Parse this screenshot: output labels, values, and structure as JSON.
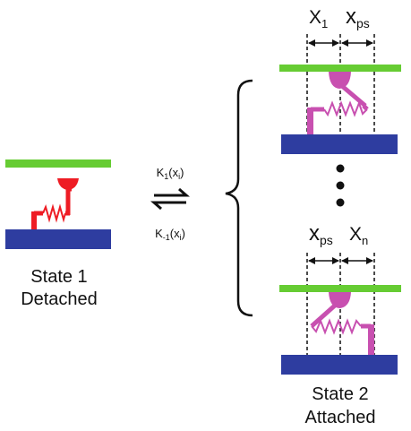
{
  "state1": {
    "caption_line1": "State 1",
    "caption_line2": "Detached"
  },
  "state2": {
    "caption_line1": "State 2",
    "caption_line2": "Attached"
  },
  "rates": {
    "forward_main": "K",
    "forward_sub": "1",
    "forward_arg": "(x",
    "forward_arg_sub": "i",
    "forward_close": ")",
    "reverse_main": "K",
    "reverse_sub": "-1",
    "reverse_arg": "(x",
    "reverse_arg_sub": "i",
    "reverse_close": ")"
  },
  "top_config": {
    "left_label": "X",
    "left_sub": "1",
    "right_label": "x",
    "right_sub": "ps"
  },
  "bottom_config": {
    "left_label": "x",
    "left_sub": "ps",
    "right_label": "X",
    "right_sub": "n"
  },
  "colors": {
    "membrane": "#66cc33",
    "substrate": "#2e3da0",
    "detached": "#ee1c24",
    "attached": "#c850b0",
    "ink": "#111111"
  }
}
